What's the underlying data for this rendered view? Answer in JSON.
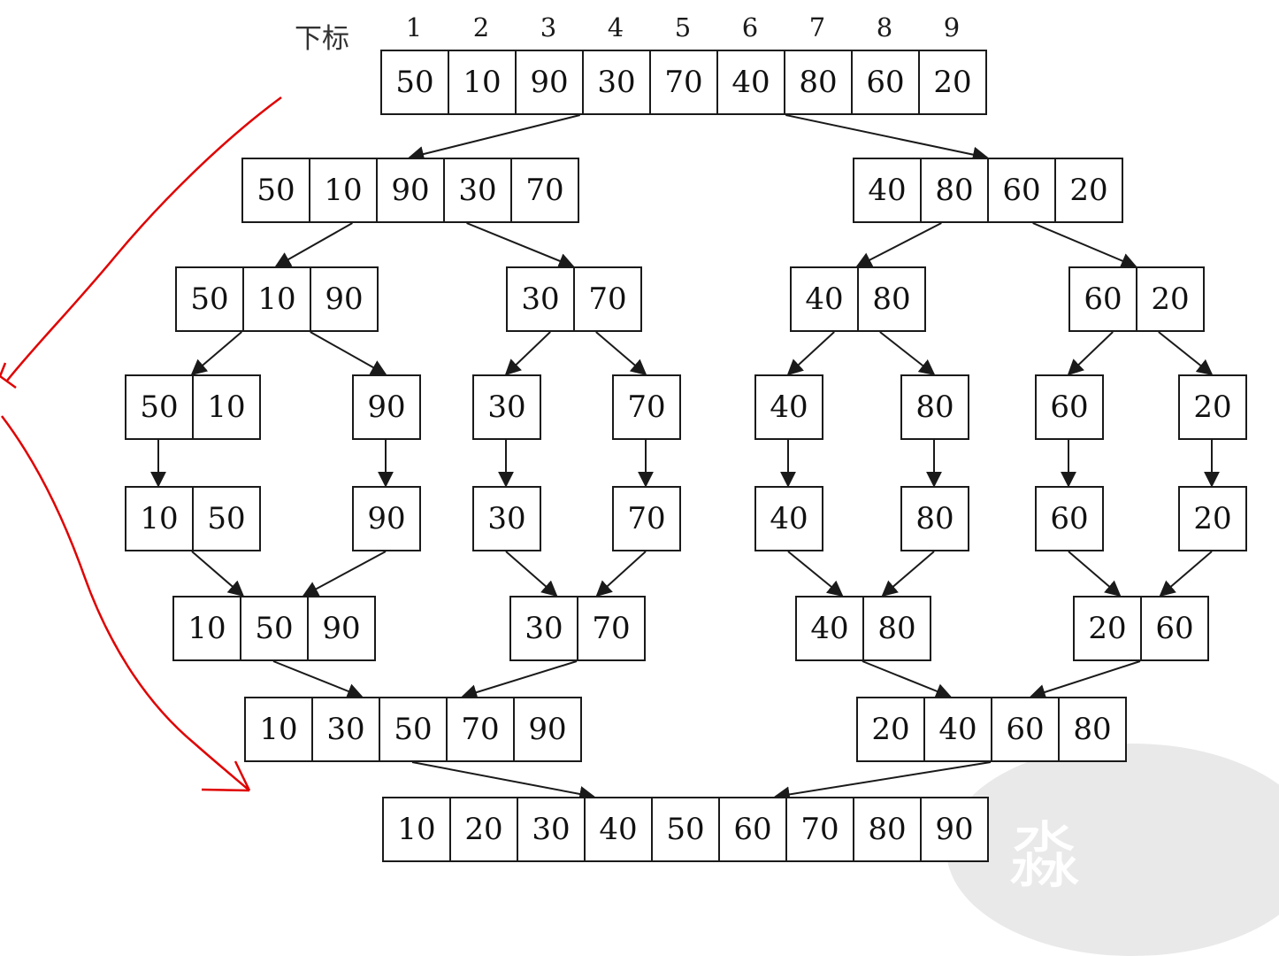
{
  "index_label": "下标",
  "indices": [
    "1",
    "2",
    "3",
    "4",
    "5",
    "6",
    "7",
    "8",
    "9"
  ],
  "levels": [
    {
      "name": "input",
      "groups": [
        [
          "50",
          "10",
          "90",
          "30",
          "70",
          "40",
          "80",
          "60",
          "20"
        ]
      ]
    },
    {
      "name": "split-1",
      "groups": [
        [
          "50",
          "10",
          "90",
          "30",
          "70"
        ],
        [
          "40",
          "80",
          "60",
          "20"
        ]
      ]
    },
    {
      "name": "split-2",
      "groups": [
        [
          "50",
          "10",
          "90"
        ],
        [
          "30",
          "70"
        ],
        [
          "40",
          "80"
        ],
        [
          "60",
          "20"
        ]
      ]
    },
    {
      "name": "split-3",
      "groups": [
        [
          "50",
          "10"
        ],
        [
          "90"
        ],
        [
          "30"
        ],
        [
          "70"
        ],
        [
          "40"
        ],
        [
          "80"
        ],
        [
          "60"
        ],
        [
          "20"
        ]
      ]
    },
    {
      "name": "sorted-pairs",
      "groups": [
        [
          "10",
          "50"
        ],
        [
          "90"
        ],
        [
          "30"
        ],
        [
          "70"
        ],
        [
          "40"
        ],
        [
          "80"
        ],
        [
          "60"
        ],
        [
          "20"
        ]
      ]
    },
    {
      "name": "merge-1",
      "groups": [
        [
          "10",
          "50",
          "90"
        ],
        [
          "30",
          "70"
        ],
        [
          "40",
          "80"
        ],
        [
          "20",
          "60"
        ]
      ]
    },
    {
      "name": "merge-2",
      "groups": [
        [
          "10",
          "30",
          "50",
          "70",
          "90"
        ],
        [
          "20",
          "40",
          "60",
          "80"
        ]
      ]
    },
    {
      "name": "result",
      "groups": [
        [
          "10",
          "20",
          "30",
          "40",
          "50",
          "60",
          "70",
          "80",
          "90"
        ]
      ]
    }
  ],
  "colors": {
    "box_border": "#1a1a1a",
    "arrow": "#1a1a1a",
    "annotation": "#e00000",
    "watermark": "#e9e9e9"
  },
  "watermark_glyph": "淼"
}
